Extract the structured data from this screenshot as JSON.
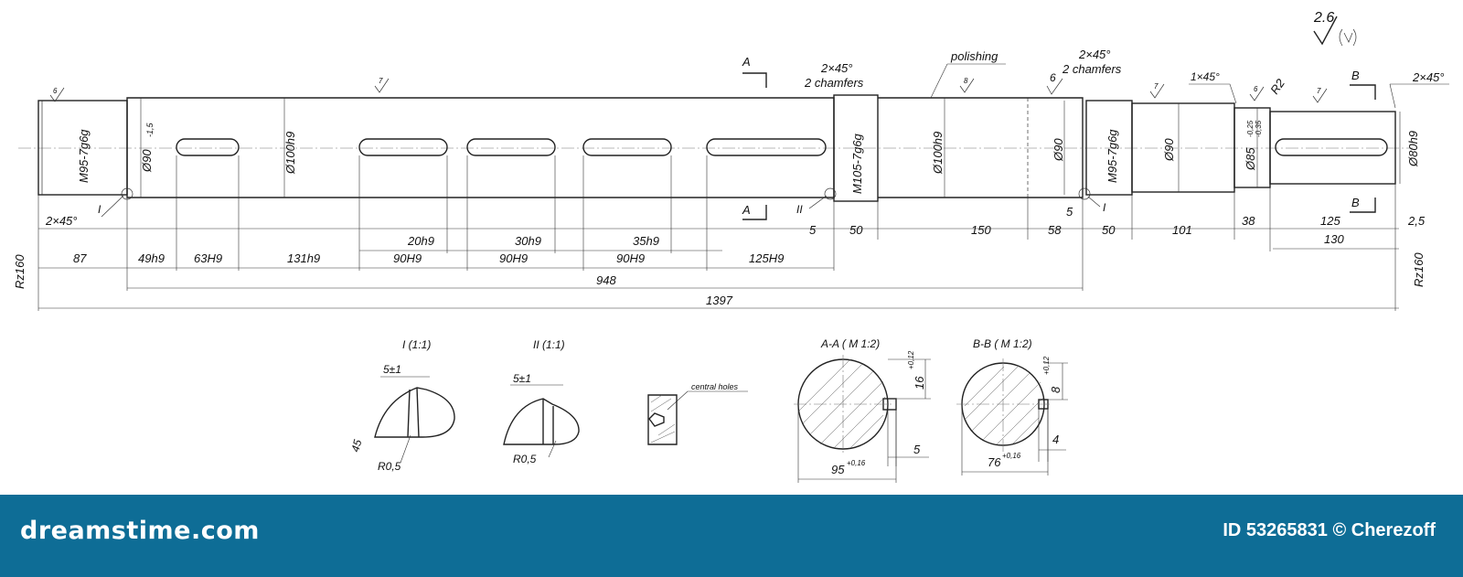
{
  "drawing": {
    "roughness_top": "2.6",
    "polishing": "polishing",
    "chamfers": {
      "c1_a": "2×45°",
      "c1_b": "2 chamfers",
      "c2_a": "2×45°",
      "c2_b": "2 chamfers",
      "left_end": "2×45°",
      "right_end": "2×45°",
      "step": "1×45°",
      "radius": "R2"
    },
    "thread_left": "M95-7g6g",
    "thread_mid": "M105-7g6g",
    "thread_right": "M95-7g6g",
    "diameters": {
      "d1": "Ø90",
      "d1_tol": "-1,5",
      "d2": "Ø100h9",
      "d3": "Ø100h9",
      "d4": "Ø90",
      "d5": "Ø90",
      "d6": "Ø85",
      "d6_tol_up": "-0,25",
      "d6_tol_low": "-0,35",
      "d7": "Ø80h9"
    },
    "small_marks": {
      "m6a": "6",
      "m7a": "7",
      "m8": "8",
      "m6b": "6",
      "m7b": "7",
      "m6c": "6",
      "m7c": "7"
    },
    "section_marks": {
      "a_top": "A",
      "a_bot": "A",
      "b_top": "B",
      "b_bot": "B",
      "detail_1": "I",
      "detail_2": "II",
      "detail_3": "I"
    },
    "dims_row1": [
      "2×45°",
      "5",
      "50",
      "150",
      "58",
      "5",
      "50",
      "101",
      "38",
      "125",
      "2,5"
    ],
    "dims_row2": [
      "87",
      "49h9",
      "63H9",
      "131h9",
      "20h9",
      "90H9",
      "30h9",
      "90H9",
      "35h9",
      "90H9",
      "125H9",
      "130"
    ],
    "dim_948": "948",
    "dim_1397": "1397",
    "rz_left": "Rz160",
    "rz_right": "Rz160",
    "detail_views": {
      "view1": {
        "title": "I (1:1)",
        "dim": "5±1",
        "angle": "45",
        "radius": "R0,5"
      },
      "view2": {
        "title": "II (1:1)",
        "dim": "5±1",
        "radius": "R0,5"
      },
      "central": "central holes"
    },
    "sections": {
      "aa": {
        "title": "A-A ( M  1:2)",
        "depth": "16",
        "depth_tol": "+0,12",
        "width": "5",
        "dia": "95",
        "dia_tol": "+0,16"
      },
      "bb": {
        "title": "B-B ( M  1:2)",
        "depth": "8",
        "depth_tol": "+0,12",
        "width": "4",
        "dia": "76",
        "dia_tol": "+0,16"
      }
    }
  },
  "footer": {
    "brand": "dreamstime.com",
    "image_id": "ID 53265831 © Cherezoff"
  }
}
